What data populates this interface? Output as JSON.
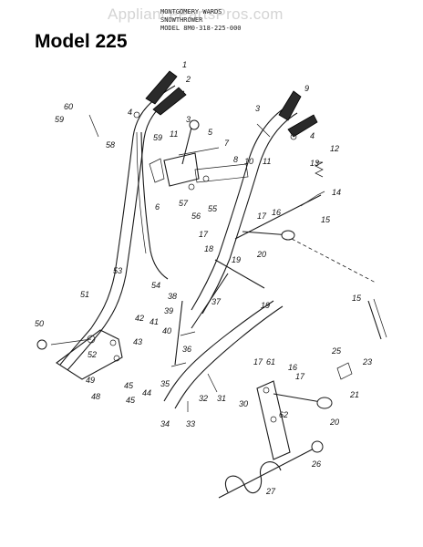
{
  "watermark": "AppliancePartsPros.com",
  "header_lines": [
    "MONTGOMERY WARDS",
    "SNOWTHROWER",
    "MODEL 8M0-318-225-000"
  ],
  "model_title": "Model 225",
  "callouts": [
    "1",
    "2",
    "3",
    "4",
    "5",
    "7",
    "8",
    "9",
    "3",
    "4",
    "12",
    "13",
    "14",
    "15",
    "10",
    "11",
    "11",
    "59",
    "58",
    "60",
    "59",
    "6",
    "57",
    "56",
    "55",
    "17",
    "16",
    "17",
    "18",
    "19",
    "20",
    "19",
    "37",
    "38",
    "39",
    "40",
    "41",
    "36",
    "53",
    "54",
    "51",
    "50",
    "52",
    "42",
    "43",
    "49",
    "48",
    "45",
    "45",
    "44",
    "35",
    "34",
    "33",
    "32",
    "31",
    "15",
    "25",
    "23",
    "21",
    "17",
    "61",
    "16",
    "17",
    "30",
    "62",
    "20",
    "26",
    "27"
  ]
}
